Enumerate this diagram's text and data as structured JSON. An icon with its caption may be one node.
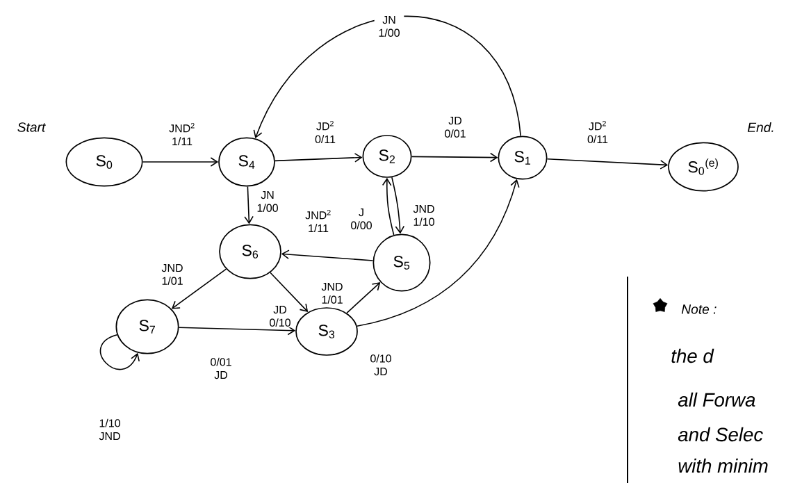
{
  "diagram": {
    "nodes": [
      {
        "text": [
          "S$_{0}$"
        ],
        "beside": [
          "Start"
        ]
      },
      {
        "text": [
          "S$_{4}$"
        ]
      },
      {
        "text": [
          "S$_{2}$"
        ]
      },
      {
        "text": [
          "S$_{1}$"
        ]
      },
      {
        "text": [
          "S$_{0}$$^{(e)}$"
        ],
        "beside": [
          "End."
        ]
      },
      {
        "text": [
          "S$_{6}$"
        ]
      },
      {
        "text": [
          "S$_{5}$"
        ]
      },
      {
        "text": [
          "S$_{7}$"
        ]
      },
      {
        "text": [
          "S$_{3}$"
        ]
      }
    ],
    "edges": [
      {
        "from": 0,
        "to": 1,
        "arrow": "to",
        "label": "JND$^{2}$ 1/11"
      },
      {
        "from": 1,
        "to": 2,
        "arrow": "to",
        "label": "JD$^{2}$ 0/11"
      },
      {
        "from": 2,
        "to": 3,
        "arrow": "to",
        "label": "JD 0/01"
      },
      {
        "from": 3,
        "to": 1,
        "arrow": "to",
        "label": "JN 1/00"
      },
      {
        "from": 3,
        "to": 4,
        "arrow": "to",
        "label": "JD$^{2}$ 0/11"
      },
      {
        "from": 1,
        "to": 5,
        "arrow": "to",
        "label": "JN 1/00"
      },
      {
        "from": 2,
        "to": 6,
        "arrow": "to",
        "label": "JND 1/10"
      },
      {
        "from": 6,
        "to": 2,
        "arrow": "to",
        "label": "J 0/00"
      },
      {
        "from": 6,
        "to": 5,
        "arrow": "to",
        "label": "JND$^{2}$ 1/11"
      },
      {
        "from": 5,
        "to": 7,
        "arrow": "to",
        "label": "JND 1/01"
      },
      {
        "from": 5,
        "to": 8,
        "arrow": "to",
        "label": "JD 0/10"
      },
      {
        "from": 8,
        "to": 6,
        "arrow": "to",
        "label": "JND 1/01"
      },
      {
        "from": 8,
        "to": 3,
        "arrow": "to",
        "label": "0/10 JD"
      },
      {
        "from": 7,
        "to": 8,
        "arrow": "to",
        "label": "0/01 JD"
      },
      {
        "from": 7,
        "to": 7,
        "arrow": "to",
        "label": "1/10 JND"
      }
    ],
    "labels": [
      "Note :",
      "the d",
      "all Forwa",
      "and Selec",
      "with minim"
    ]
  }
}
